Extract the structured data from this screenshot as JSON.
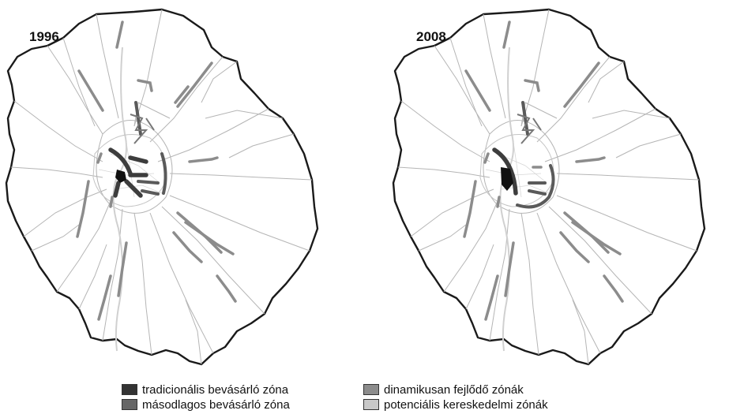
{
  "maps": [
    {
      "year": "1996"
    },
    {
      "year": "2008"
    }
  ],
  "legend": [
    {
      "label": "tradicionális bevásárló zóna",
      "color": "#333333"
    },
    {
      "label": "másodlagos bevásárló zóna",
      "color": "#666666"
    },
    {
      "label": "dinamikusan fejlődő zónák",
      "color": "#8c8c8c"
    },
    {
      "label": "potenciális kereskedelmi zónák",
      "color": "#c8c8c8"
    }
  ]
}
